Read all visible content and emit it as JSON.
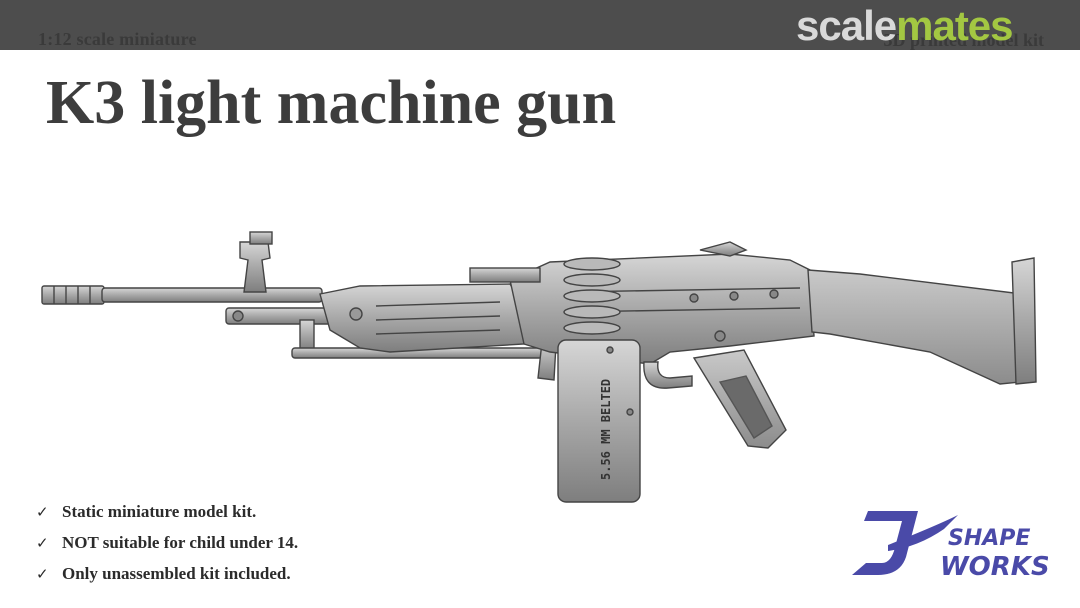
{
  "header": {
    "scale_label": "1:12 scale miniature",
    "kit_type_label": "3D printed model kit",
    "watermark": {
      "part1": "scale",
      "part2": "mates",
      "color1": "#d9d9d9",
      "color2": "#a3c742"
    }
  },
  "title": "K3 light machine gun",
  "magazine_label": "5.56 MM BELTED",
  "features": [
    "Static miniature model kit.",
    "NOT suitable for child under 14.",
    "Only unassembled kit included."
  ],
  "brand": {
    "line1": "SHAPE",
    "line2": "WORKS",
    "color": "#4a4aa8"
  },
  "icons": {
    "check": "check-icon",
    "gun": "machine-gun-model-image",
    "logo": "shapeworks-logo"
  }
}
